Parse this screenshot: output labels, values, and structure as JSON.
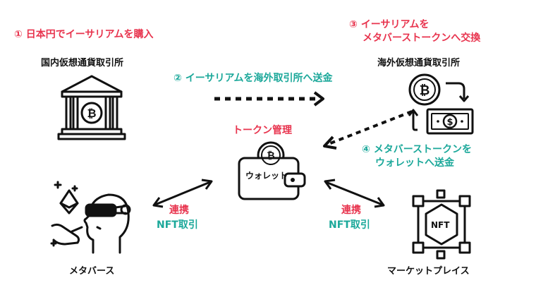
{
  "steps": {
    "step1": "① 日本円でイーサリアムを購入",
    "step2": "② イーサリアムを海外取引所へ送金",
    "step3_line1": "③ イーサリアムを",
    "step3_line2": "メタバーストークンへ交換",
    "step4_line1": "④ メタバーストークンを",
    "step4_line2": "ウォレットへ送金"
  },
  "nodes": {
    "domestic_exchange": "国内仮想通貨取引所",
    "overseas_exchange": "海外仮想通貨取引所",
    "token_management": "トークン管理",
    "wallet_label": "ウォレット",
    "metaverse": "メタバース",
    "marketplace": "マーケットプレイス",
    "nft_badge": "NFT"
  },
  "links": {
    "left_line1": "連携",
    "left_line2": "NFT取引",
    "right_line1": "連携",
    "right_line2": "NFT取引"
  },
  "colors": {
    "red": "#e8344e",
    "teal": "#1ba89a",
    "black": "#111111"
  },
  "icons": [
    "bank-bitcoin-icon",
    "bitcoin-coin-icon",
    "exchange-arrow-icon",
    "dollar-bill-icon",
    "wallet-icon",
    "metaverse-vr-icon",
    "nft-block-icon"
  ]
}
